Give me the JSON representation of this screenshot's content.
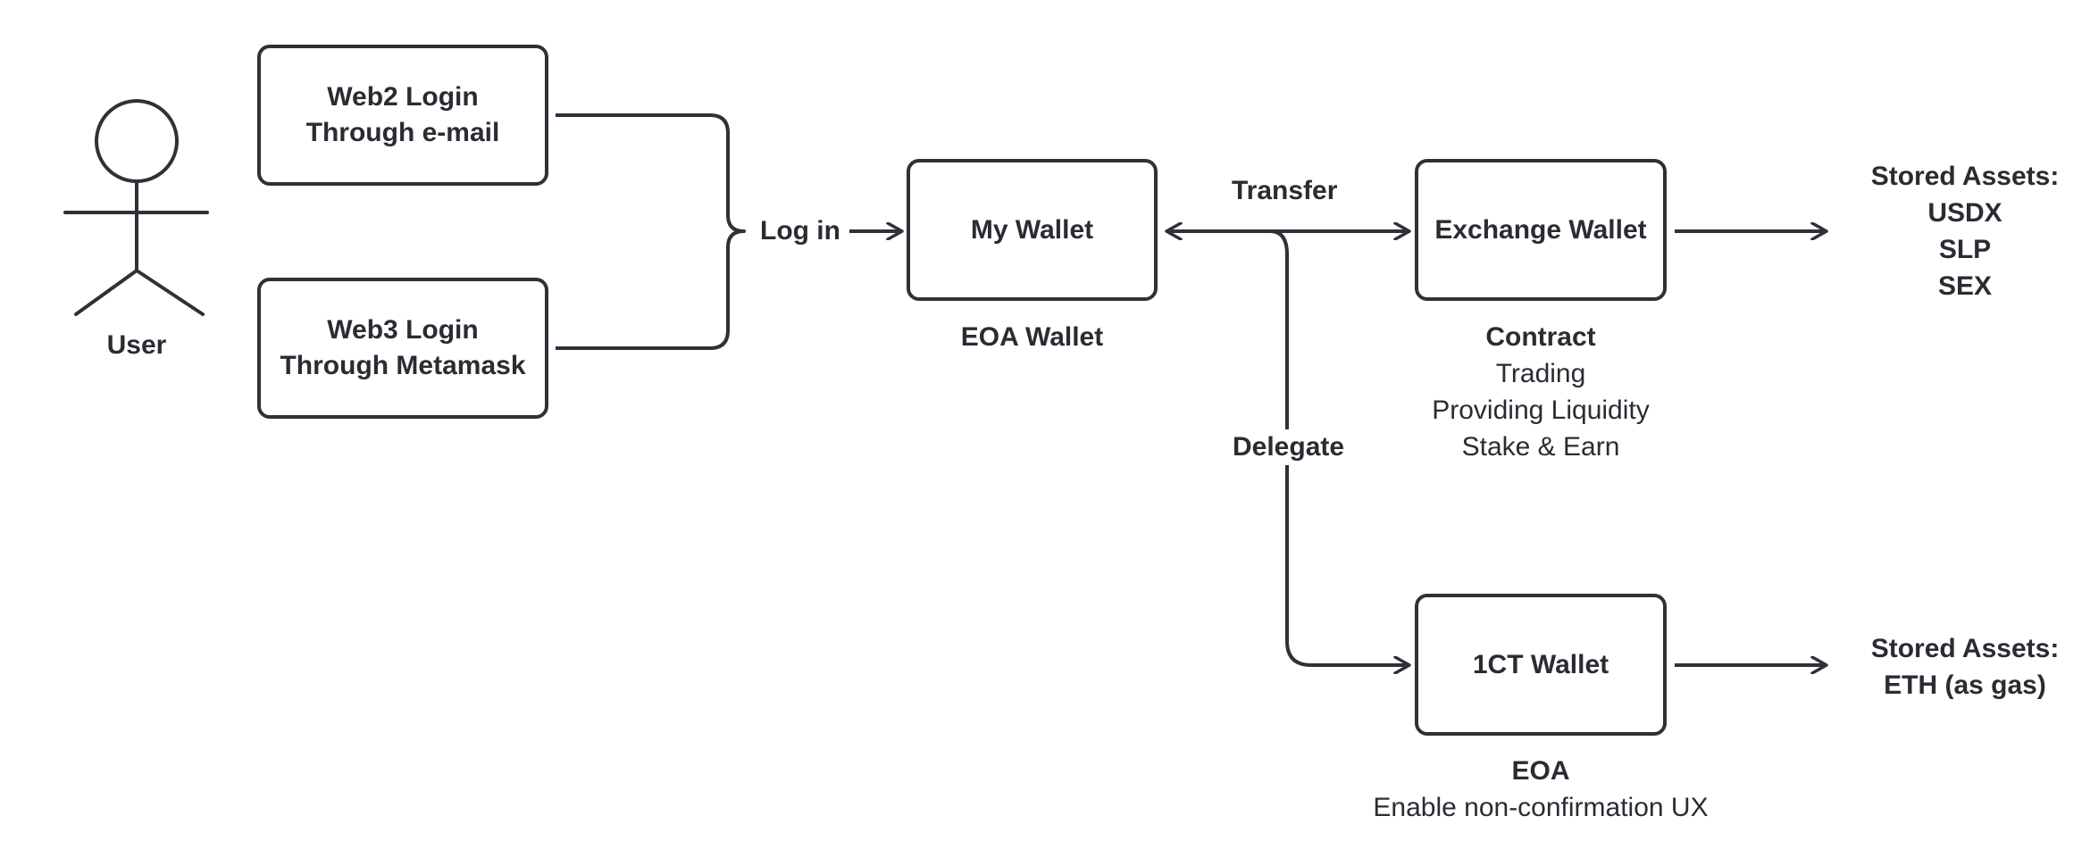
{
  "actor": {
    "label": "User"
  },
  "nodes": {
    "web2": {
      "line1": "Web2 Login",
      "line2": "Through e-mail"
    },
    "web3": {
      "line1": "Web3 Login",
      "line2": "Through Metamask"
    },
    "my_wallet": {
      "label": "My Wallet",
      "caption": "EOA Wallet"
    },
    "exchange_wallet": {
      "label": "Exchange Wallet",
      "caption_title": "Contract",
      "caption_items": [
        "Trading",
        "Providing Liquidity",
        "Stake & Earn"
      ]
    },
    "ct_wallet": {
      "label": "1CT Wallet",
      "caption_title": "EOA",
      "caption_items": [
        "Enable non-confirmation UX"
      ]
    }
  },
  "edges": {
    "login": "Log in",
    "transfer": "Transfer",
    "delegate": "Delegate"
  },
  "assets": {
    "exchange": {
      "title": "Stored Assets:",
      "items": [
        "USDX",
        "SLP",
        "SEX"
      ]
    },
    "ct": {
      "title": "Stored Assets:",
      "items": [
        "ETH (as gas)"
      ]
    }
  }
}
